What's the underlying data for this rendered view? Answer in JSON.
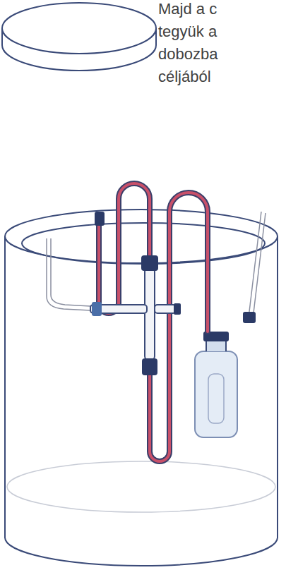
{
  "diagram": {
    "labels": [
      "Majd a c",
      "tegyük a",
      "dobozba",
      "céljából"
    ]
  }
}
